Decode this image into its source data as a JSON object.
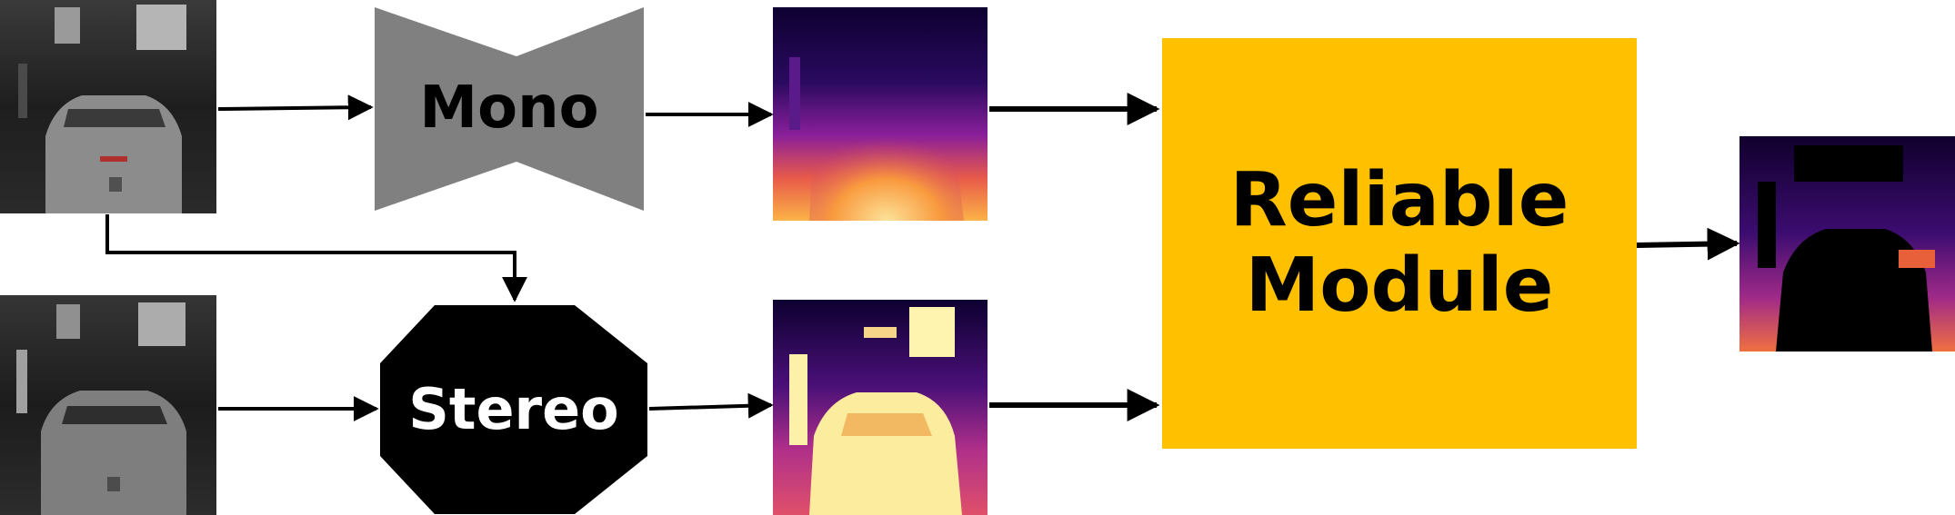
{
  "nodes": {
    "mono": {
      "label": "Mono",
      "fill": "#808080"
    },
    "stereo": {
      "label": "Stereo",
      "fill": "#000000"
    },
    "reliable": {
      "label_line1": "Reliable",
      "label_line2": "Module",
      "fill": "#FFC000"
    }
  },
  "images": {
    "left_camera": "grayscale street camera image (left)",
    "right_camera": "grayscale street camera image (right)",
    "mono_depth": "mono depth map",
    "stereo_depth": "stereo depth map",
    "output_depth": "reliable depth output"
  },
  "colors": {
    "arrow": "#000000",
    "depth_far": "#12002e",
    "depth_mid": "#8a1fa0",
    "depth_near": "#fde39a"
  }
}
